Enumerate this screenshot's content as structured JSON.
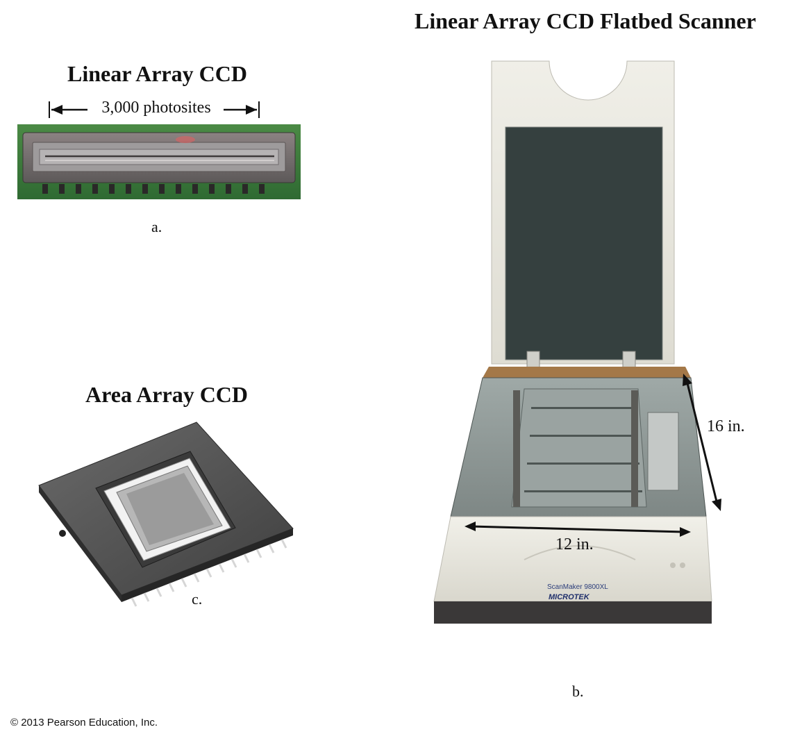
{
  "figure": {
    "panel_a": {
      "title": "Linear Array CCD",
      "photosite_label": "3,000 photosites",
      "caption": "a."
    },
    "panel_b": {
      "title": "Linear Array CCD Flatbed Scanner",
      "height_label": "16 in.",
      "width_label": "12 in.",
      "model_label": "ScanMaker 9800XL",
      "brand_label": "MICROTEK",
      "caption": "b."
    },
    "panel_c": {
      "title": "Area Array CCD",
      "caption": "c."
    },
    "copyright": "© 2013 Pearson Education, Inc."
  },
  "colors": {
    "pcb_green": "#3d7a3a",
    "chip_body": "#6e6a6a",
    "scanner_glass": "#35403f",
    "scanner_body": "#ecebe2",
    "scanner_base": "#3a3838",
    "area_chip": "#5a5a5a"
  }
}
